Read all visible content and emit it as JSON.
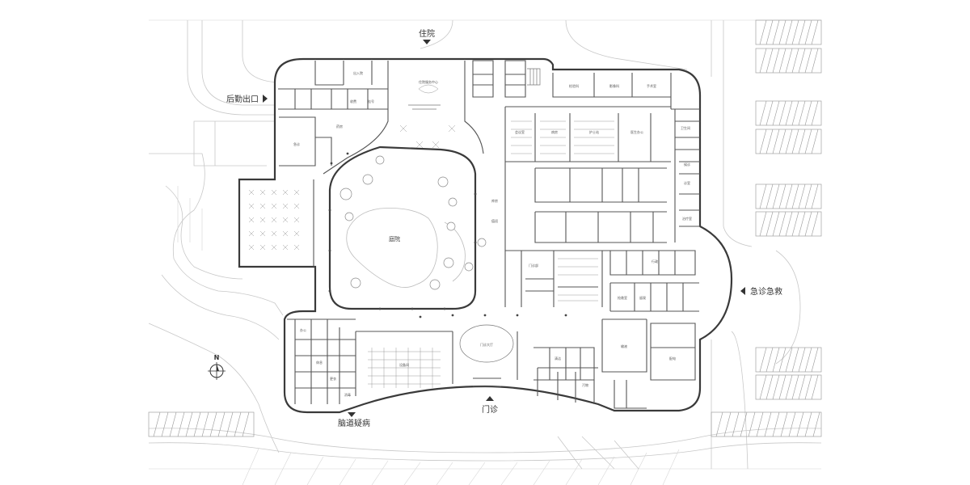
{
  "entrances": {
    "inpatient": "住院",
    "logistics": "后勤出口",
    "emergency": "急诊急救",
    "outpatient": "门诊",
    "outpatient_b": "脑道疑病"
  },
  "areas": {
    "courtyard": "庭院",
    "lobby": "门诊大厅"
  },
  "north": "N",
  "rooms": [
    "住院服务中心",
    "出入院",
    "急诊",
    "收费",
    "挂号",
    "药房",
    "检验科",
    "影像科",
    "手术室",
    "病房",
    "护士站",
    "医生办公",
    "会议室",
    "库房",
    "值班",
    "卫生间",
    "候诊",
    "诊室",
    "治疗室",
    "抢救室",
    "留观",
    "输液",
    "配电",
    "设备间",
    "办公",
    "休息",
    "更衣",
    "消毒",
    "清洁",
    "污物",
    "门诊部",
    "行政"
  ]
}
